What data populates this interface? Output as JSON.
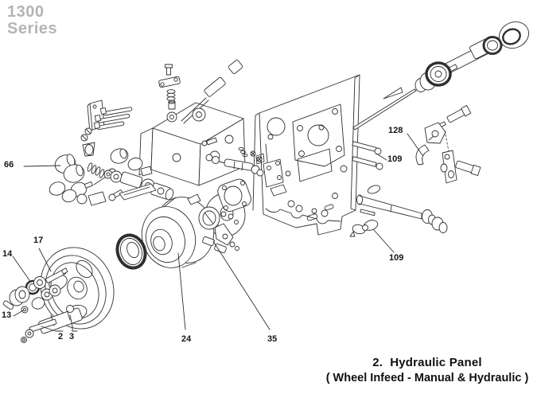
{
  "colors": {
    "background": "#ffffff",
    "line_ink": "#2f2f2f",
    "label_ink": "#161616",
    "logo_gray": "#b4b4b4",
    "caption_ink": "#101010"
  },
  "logo": {
    "line1": "1300",
    "line2": "Series"
  },
  "part_labels": [
    {
      "id": "66",
      "text": "66"
    },
    {
      "id": "17",
      "text": "17"
    },
    {
      "id": "14",
      "text": "14"
    },
    {
      "id": "13",
      "text": "13"
    },
    {
      "id": "2",
      "text": "2"
    },
    {
      "id": "3",
      "text": "3"
    },
    {
      "id": "24",
      "text": "24"
    },
    {
      "id": "35",
      "text": "35"
    },
    {
      "id": "128",
      "text": "128"
    },
    {
      "id": "109a",
      "text": "109"
    },
    {
      "id": "109b",
      "text": "109"
    }
  ],
  "caption": {
    "figure_number": "2.",
    "title": "Hydraulic Panel",
    "subtitle": "( Wheel Infeed - Manual & Hydraulic )"
  }
}
